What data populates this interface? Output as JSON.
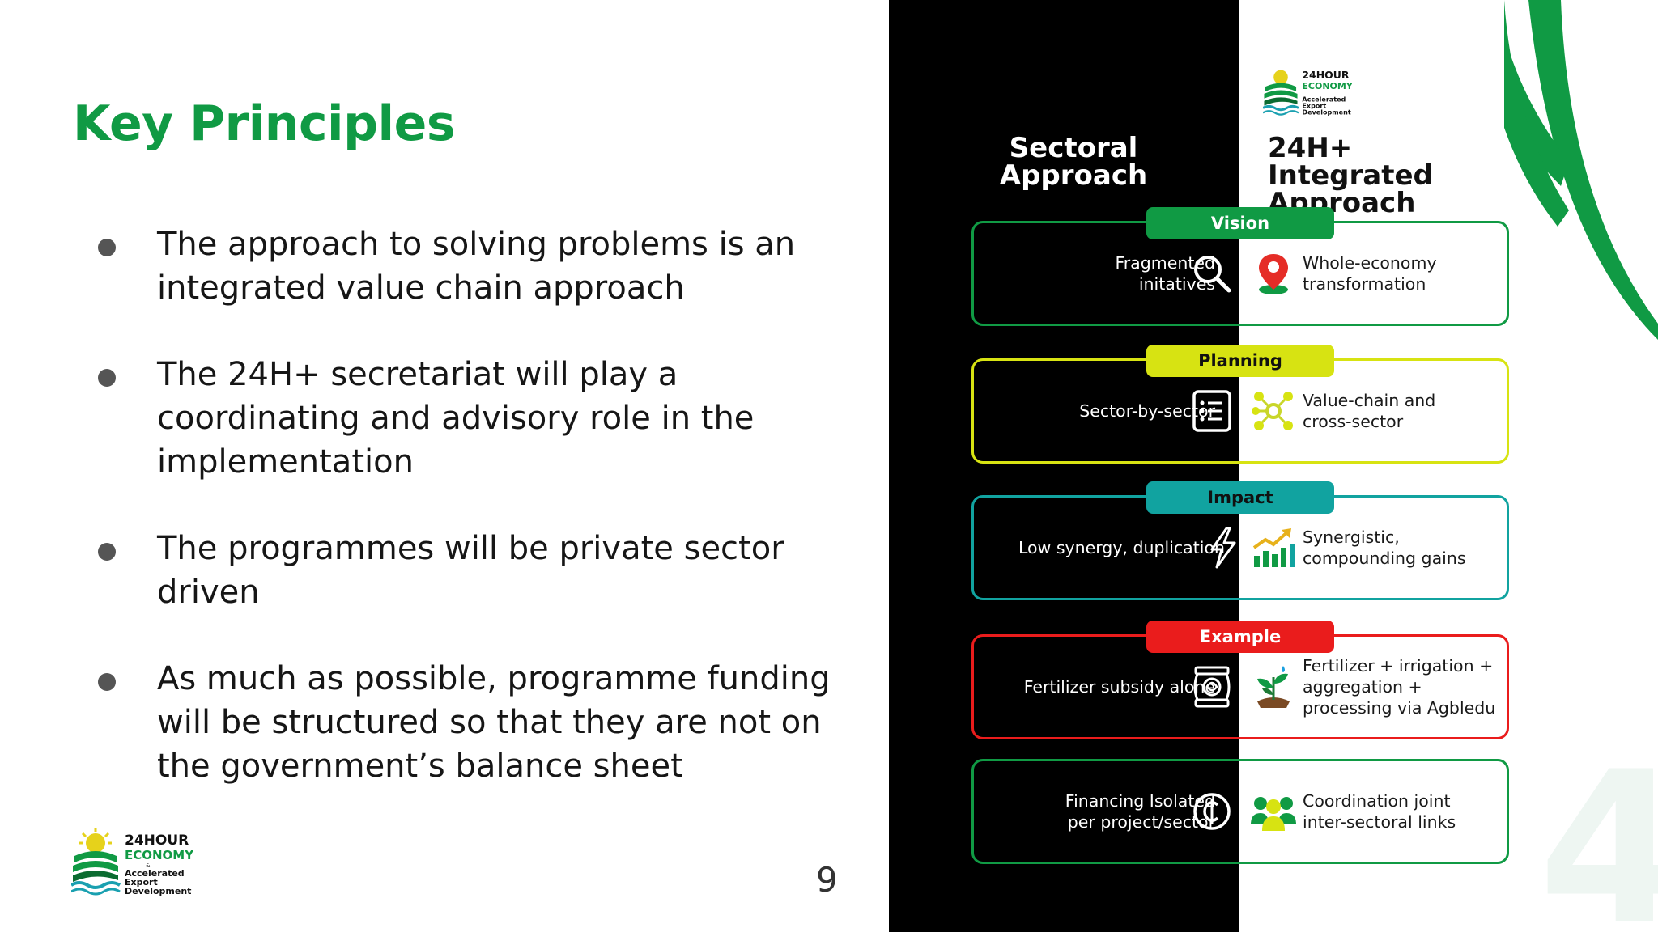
{
  "slide": {
    "title": "Key Principles",
    "page_number": "9",
    "bullets": [
      "The approach to solving problems is an integrated value chain approach",
      "The 24H+ secretariat will play a coordinating and advisory role in the implementation",
      "The programmes will be private sector driven",
      "As much as possible, programme funding will be structured so that they are not on the government’s balance sheet"
    ]
  },
  "logo": {
    "line1": "24HOUR",
    "line2": "ECONOMY",
    "line3": "&",
    "line4": "Accelerated",
    "line5": "Export",
    "line6": "Development"
  },
  "infographic": {
    "left_heading": "Sectoral Approach",
    "right_heading": "24H+ Integrated Approach",
    "rows": [
      {
        "label": "Vision",
        "color": "#109a44",
        "label_text_color": "#ffffff",
        "left": "Fragmented initatives",
        "right": "Whole-economy transformation",
        "left_icon": "magnifier-icon",
        "right_icon": "map-pin-icon"
      },
      {
        "label": "Planning",
        "color": "#d7e312",
        "label_text_color": "#111111",
        "left": "Sector-by-sector",
        "right": "Value-chain and cross-sector",
        "left_icon": "checklist-icon",
        "right_icon": "network-icon"
      },
      {
        "label": "Impact",
        "color": "#11a3a0",
        "label_text_color": "#111111",
        "left": "Low synergy, duplication",
        "right": "Synergistic, compounding gains",
        "left_icon": "lightning-icon",
        "right_icon": "growth-chart-icon"
      },
      {
        "label": "Example",
        "color": "#ea1c1c",
        "label_text_color": "#ffffff",
        "left": "Fertilizer subsidy alone",
        "right": "Fertilizer + irrigation + aggregation + processing via Agbledu",
        "left_icon": "fertilizer-bag-icon",
        "right_icon": "seedling-icon"
      },
      {
        "label": "",
        "color": "#109a44",
        "label_text_color": "#ffffff",
        "left": "Financing Isolated per project/sector",
        "right": "Coordination joint inter-sectoral links",
        "left_icon": "cedi-coin-icon",
        "right_icon": "people-group-icon"
      }
    ]
  },
  "decoration": {
    "watermark_digit": "4"
  },
  "colors": {
    "brand_green": "#109a44",
    "black_panel": "#000000"
  }
}
